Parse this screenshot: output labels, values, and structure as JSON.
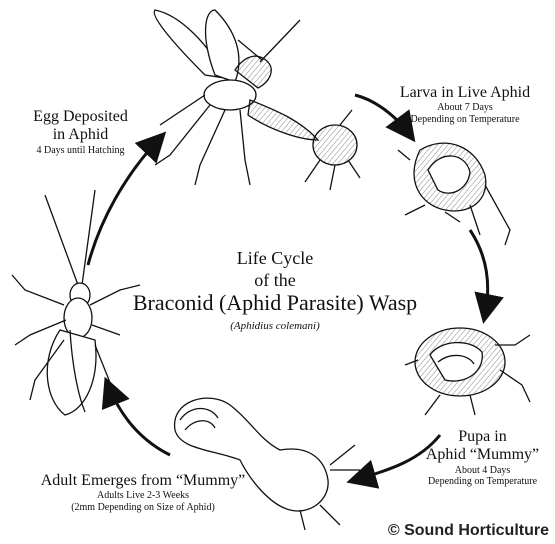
{
  "title": {
    "line1": "Life Cycle",
    "line2": "of the",
    "line3": "Braconid (Aphid Parasite) Wasp",
    "species": "(Aphidius colemani)"
  },
  "stages": {
    "egg": {
      "title1": "Egg Deposited",
      "title2": "in Aphid",
      "detail": "4 Days until Hatching"
    },
    "larva": {
      "title": "Larva in Live Aphid",
      "detail1": "About 7 Days",
      "detail2": "Depending on Temperature"
    },
    "pupa": {
      "title1": "Pupa in",
      "title2": "Aphid “Mummy”",
      "detail1": "About 4 Days",
      "detail2": "Depending on Temperature"
    },
    "adult": {
      "title": "Adult Emerges from “Mummy”",
      "detail1": "Adults Live 2-3 Weeks",
      "detail2": "(2mm Depending on Size of Aphid)"
    }
  },
  "credit": "© Sound Horticulture",
  "icons": [
    "wasp-laying-egg-icon",
    "aphid-icon",
    "larva-in-aphid-icon",
    "mummy-pupa-icon",
    "emerging-wasp-icon",
    "adult-wasp-icon",
    "cycle-arrow-icon"
  ]
}
